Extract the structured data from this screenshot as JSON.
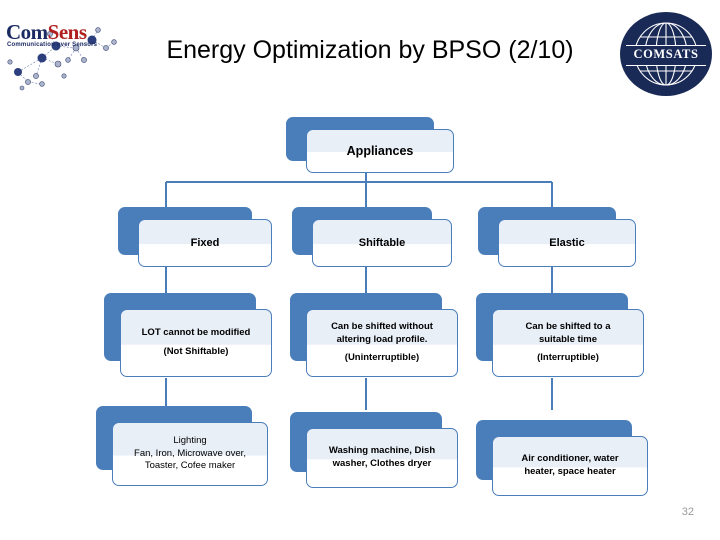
{
  "slide": {
    "title": "Energy Optimization by BPSO (2/10)",
    "page_number": "32",
    "accent_color": "#4a7ebb",
    "node_fill": "#ffffff",
    "title_color": "#000000",
    "page_number_color": "#9a9a9a"
  },
  "logos": {
    "left": {
      "name": "comsens-logo",
      "wordmark_com": "Com",
      "wordmark_sens": "Sens",
      "tagline": "Communication over Sensors",
      "primary_color": "#1b2a63",
      "accent_color": "#b02020"
    },
    "right": {
      "name": "comsats-logo",
      "wordmark": "COMSATS",
      "disc_color": "#1a2a56"
    }
  },
  "chart_data": {
    "type": "diagram",
    "diagram_kind": "org-chart",
    "title": "Appliances classification",
    "root": {
      "label": "Appliances"
    },
    "levels": [
      {
        "level": 1,
        "nodes": [
          {
            "label": "Appliances"
          }
        ]
      },
      {
        "level": 2,
        "nodes": [
          {
            "label": "Fixed"
          },
          {
            "label": "Shiftable"
          },
          {
            "label": "Elastic"
          }
        ]
      },
      {
        "level": 3,
        "nodes": [
          {
            "lines": [
              "LOT cannot be modified",
              "(Not Shiftable)"
            ]
          },
          {
            "lines": [
              "Can be shifted without",
              "altering load profile.",
              "(Uninterruptible)"
            ]
          },
          {
            "lines": [
              "Can be shifted to a",
              "suitable time",
              "(Interruptible)"
            ]
          }
        ]
      },
      {
        "level": 4,
        "nodes": [
          {
            "lines": [
              "Lighting",
              "Fan, Iron, Microwave over,",
              "Toaster, Cofee maker"
            ]
          },
          {
            "lines": [
              "Washing machine, Dish",
              "washer, Clothes dryer"
            ]
          },
          {
            "lines": [
              "Air conditioner, water",
              "heater, space heater"
            ]
          }
        ]
      }
    ],
    "nodes": {
      "appliances": "Appliances",
      "fixed": "Fixed",
      "shiftable": "Shiftable",
      "elastic": "Elastic",
      "fixed_desc_1": "LOT cannot be modified",
      "fixed_desc_2": "(Not Shiftable)",
      "shiftable_desc_1": "Can be shifted without",
      "shiftable_desc_2": "altering load profile.",
      "shiftable_desc_3": "(Uninterruptible)",
      "elastic_desc_1": "Can be shifted to a",
      "elastic_desc_2": "suitable time",
      "elastic_desc_3": "(Interruptible)",
      "fixed_examples_1": "Lighting",
      "fixed_examples_2": "Fan, Iron, Microwave over,",
      "fixed_examples_3": "Toaster, Cofee maker",
      "shiftable_examples_1": "Washing machine, Dish",
      "shiftable_examples_2": "washer, Clothes dryer",
      "elastic_examples_1": "Air conditioner, water",
      "elastic_examples_2": "heater, space heater"
    }
  }
}
